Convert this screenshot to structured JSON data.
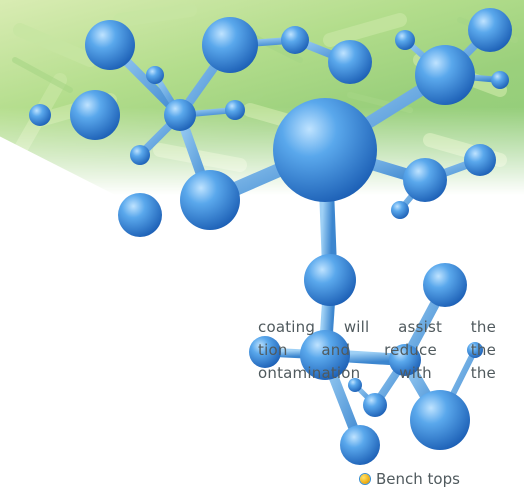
{
  "illustration": {
    "background_icon": "bacteria-background",
    "molecule_icon": "molecule-model-icon",
    "colors": {
      "banner_green": "#9bd07c",
      "molecule_blue": "#3d8fdd",
      "bullet_dot": "#f0b31c",
      "text": "#505a5e"
    }
  },
  "content": {
    "paragraph_lines": [
      "coating will assist the",
      "tion and reduce the",
      "ontamination with the"
    ],
    "bullet_item": "Bench tops"
  }
}
